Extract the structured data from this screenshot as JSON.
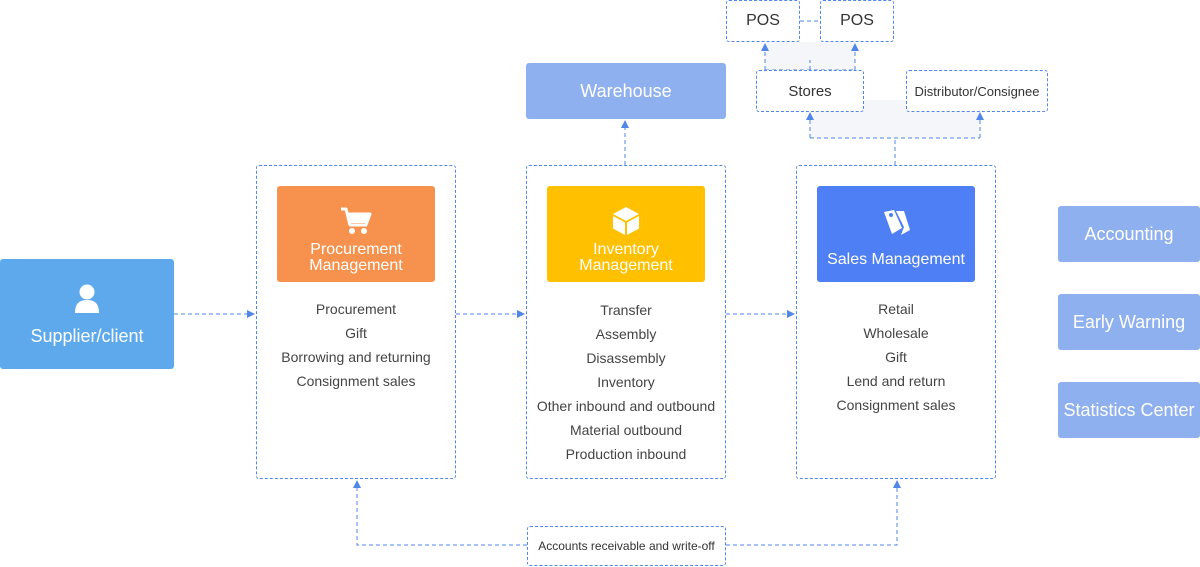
{
  "supplier": {
    "label": "Supplier/client",
    "icon": "user-icon",
    "color": "#5ea9ec"
  },
  "warehouse": {
    "label": "Warehouse"
  },
  "pos": [
    {
      "label": "POS"
    },
    {
      "label": "POS"
    }
  ],
  "stores": {
    "label": "Stores"
  },
  "distributor": {
    "label": "Distributor/Consignee"
  },
  "procurement": {
    "title": "Procurement Management",
    "icon": "shopping-cart-icon",
    "color": "#f7924e",
    "items": [
      "Procurement",
      "Gift",
      "Borrowing and returning",
      "Consignment sales"
    ]
  },
  "inventory": {
    "title": "Inventory Management",
    "icon": "box-icon",
    "color": "#ffc000",
    "items": [
      "Transfer",
      "Assembly",
      "Disassembly",
      "Inventory",
      "Other inbound and outbound",
      "Material outbound",
      "Production inbound"
    ]
  },
  "sales": {
    "title": "Sales Management",
    "icon": "price-tag-icon",
    "color": "#4f7ff5",
    "items": [
      "Retail",
      "Wholesale",
      "Gift",
      "Lend and return",
      "Consignment sales"
    ]
  },
  "accounts": {
    "label": "Accounts receivable and write-off"
  },
  "side_modules": [
    {
      "label": "Accounting"
    },
    {
      "label": "Early Warning"
    },
    {
      "label": "Statistics Center"
    }
  ],
  "colors": {
    "line": "#4f86e8",
    "side_module": "#8fb0ee"
  }
}
